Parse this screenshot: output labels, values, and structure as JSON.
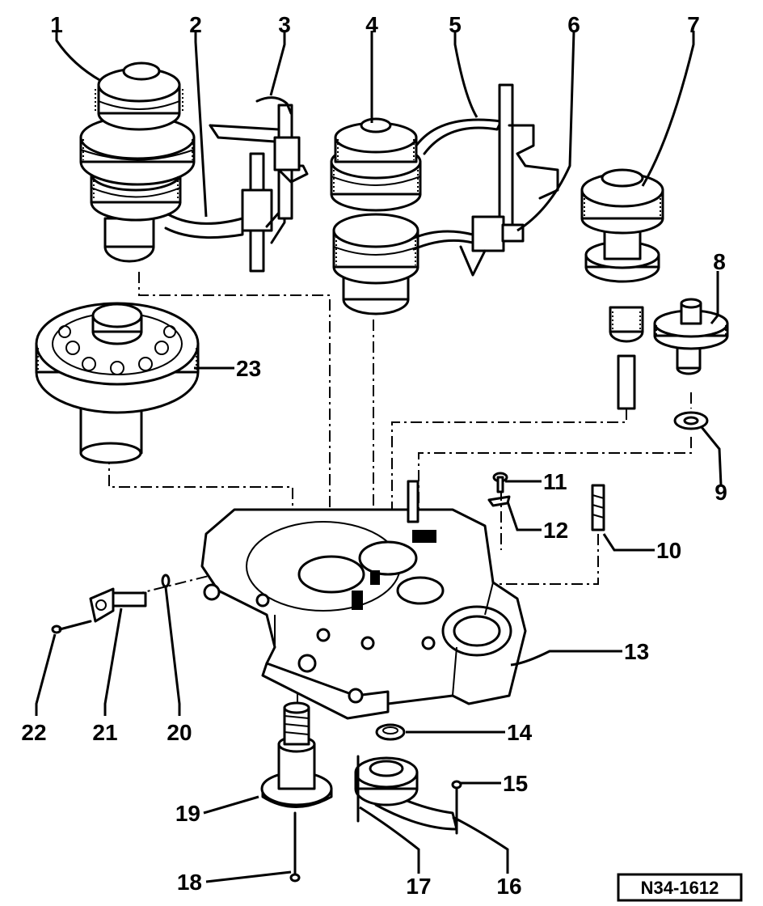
{
  "diagram": {
    "reference": "N34-1612",
    "callouts": [
      "1",
      "2",
      "3",
      "4",
      "5",
      "6",
      "7",
      "8",
      "9",
      "10",
      "11",
      "12",
      "13",
      "14",
      "15",
      "16",
      "17",
      "18",
      "19",
      "20",
      "21",
      "22",
      "23"
    ]
  }
}
